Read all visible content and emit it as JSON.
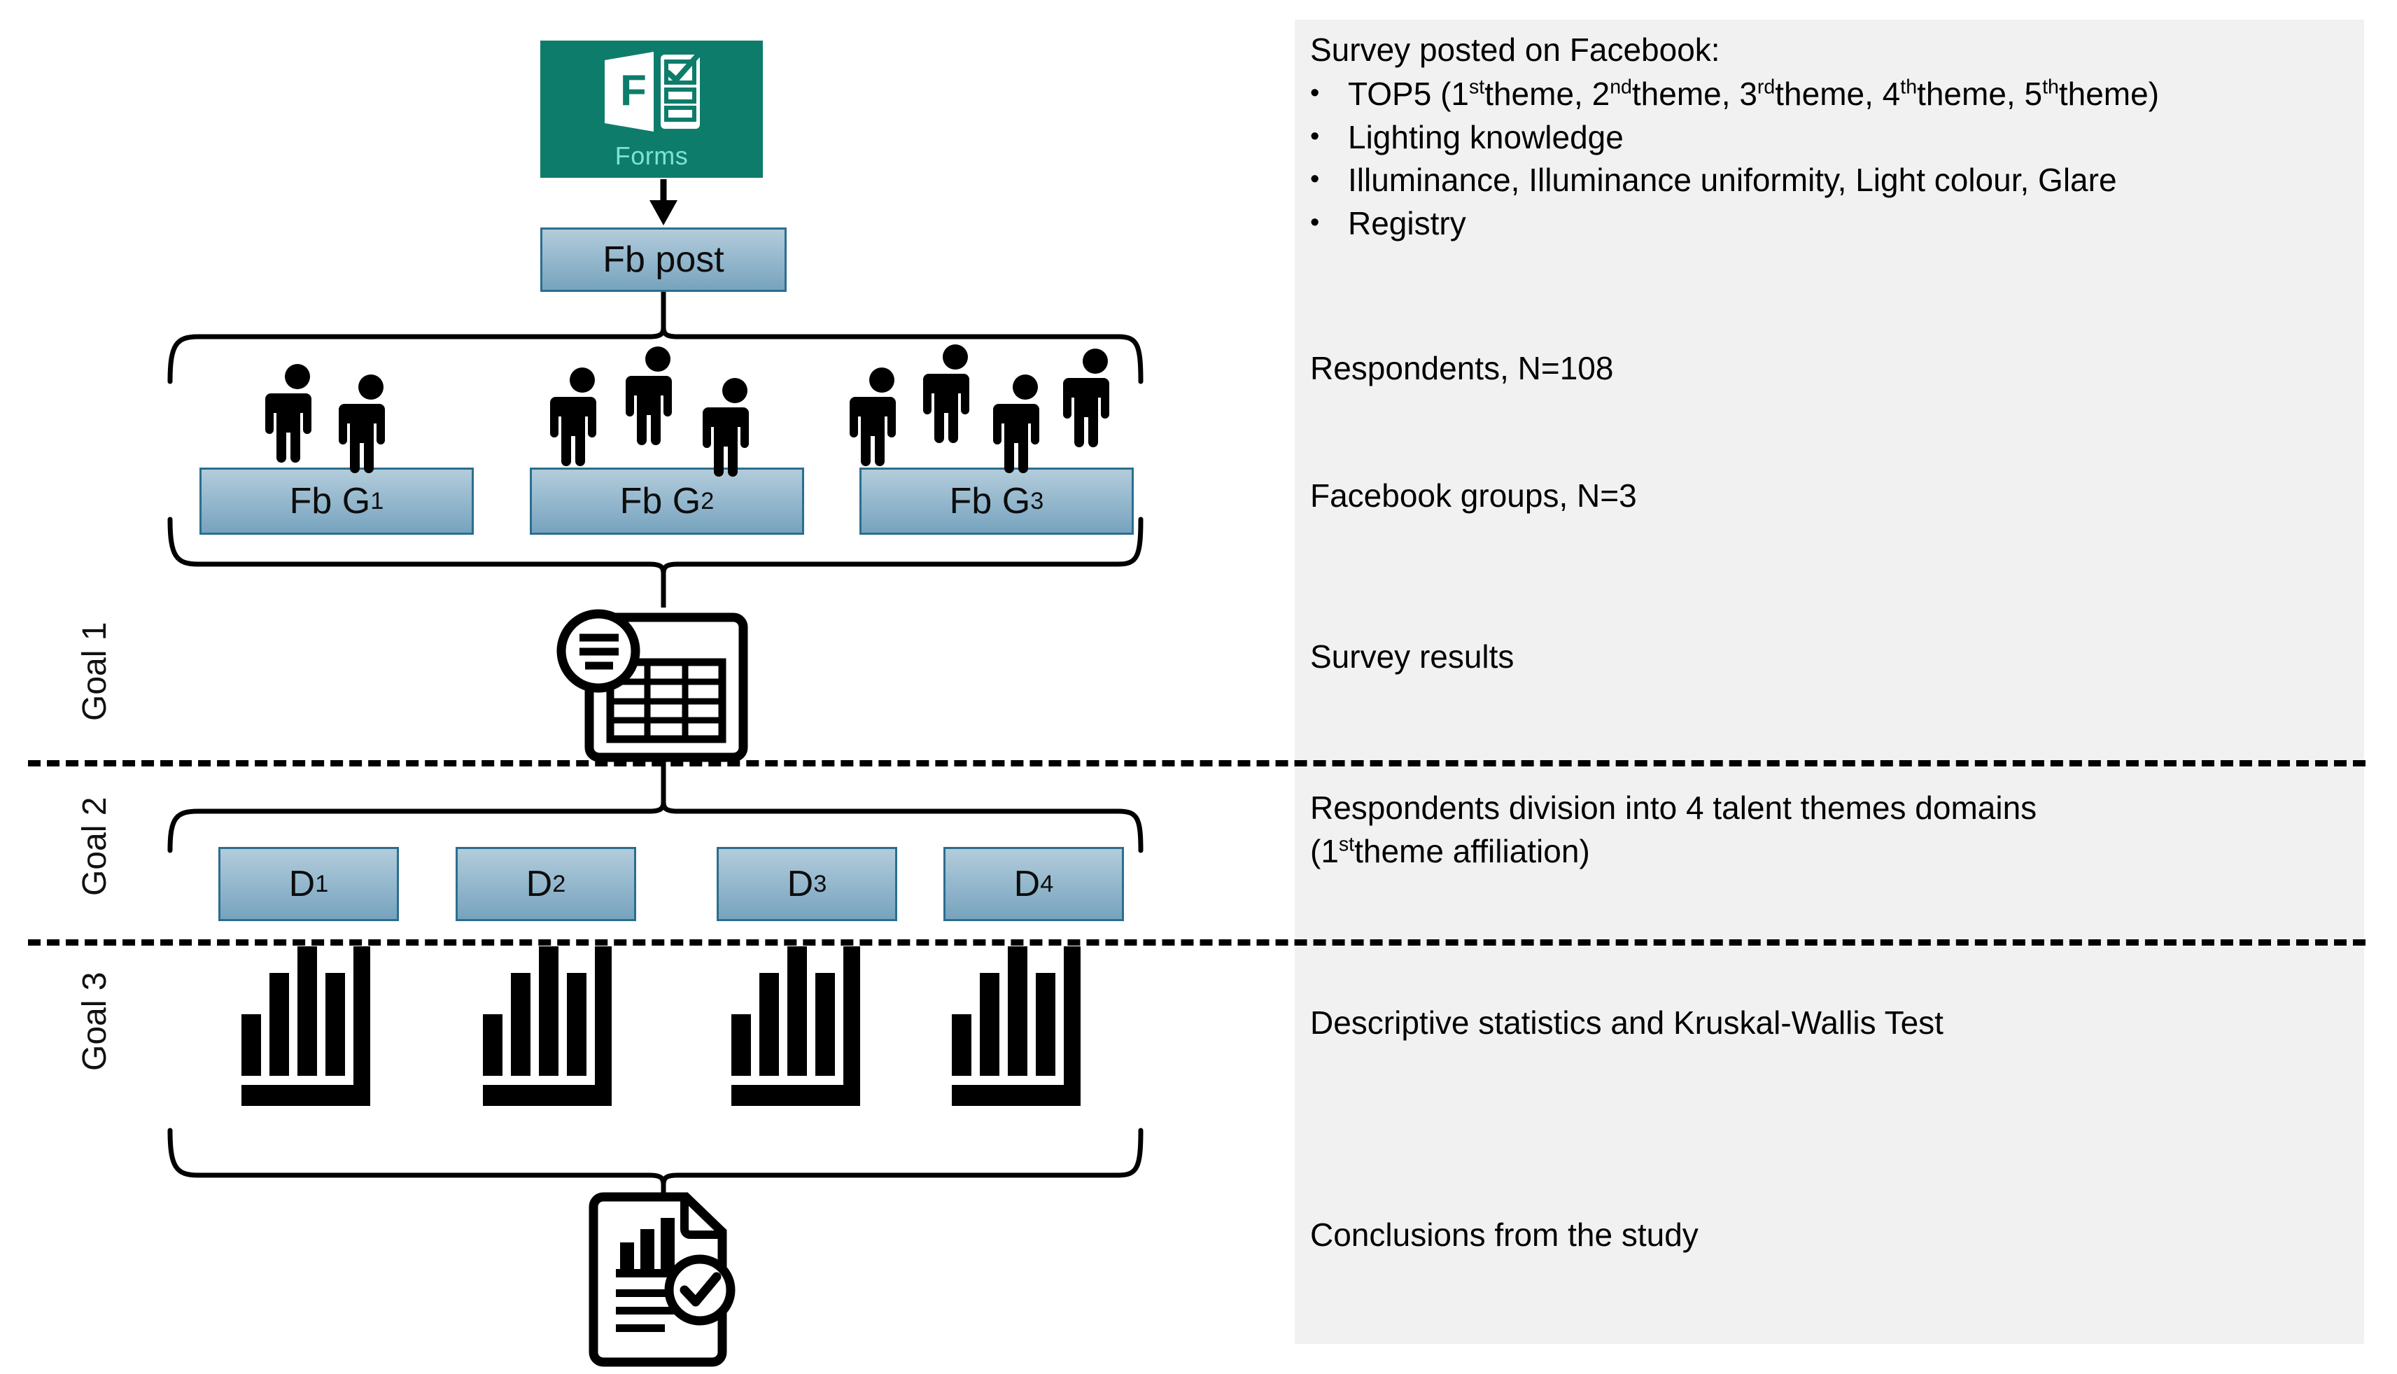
{
  "diagram": {
    "title": "Survey research flow diagram",
    "forms_logo": {
      "label": "Forms",
      "bg_color": "#0E7C6B"
    },
    "nodes": {
      "fb_post": "Fb post",
      "groups": [
        {
          "label_main": "Fb G",
          "label_sub": "1",
          "people": 2
        },
        {
          "label_main": "Fb G",
          "label_sub": "2",
          "people": 3
        },
        {
          "label_main": "Fb G",
          "label_sub": "3",
          "people": 4
        }
      ],
      "domains": [
        {
          "label_main": "D",
          "label_sub": "1"
        },
        {
          "label_main": "D",
          "label_sub": "2"
        },
        {
          "label_main": "D",
          "label_sub": "3"
        },
        {
          "label_main": "D",
          "label_sub": "4"
        }
      ],
      "survey_results_icon": "spreadsheet-icon",
      "statistics_icons": "bar-chart-icon",
      "conclusions_icon": "report-document-check-icon"
    },
    "goals": [
      {
        "label": "Goal 1"
      },
      {
        "label": "Goal 2"
      },
      {
        "label": "Goal 3"
      }
    ],
    "accent_colors": {
      "box_fill_top": "#b3ccdb",
      "box_fill_bottom": "#77a3bd",
      "box_border": "#2b6e8f",
      "panel_bg": "#f1f1f1",
      "forms_teal": "#0E7C6B"
    }
  },
  "info": {
    "heading": "Survey posted on Facebook:",
    "bullets": [
      {
        "prefix": "TOP5 (1",
        "sup1": "st",
        "mid1": "theme, 2",
        "sup2": "nd",
        "mid2": "theme, 3",
        "sup3": "rd",
        "mid3": "theme, 4",
        "sup4": "th",
        "mid4": "theme, 5",
        "sup5": "th",
        "tail": "theme)"
      },
      {
        "text": "Lighting knowledge"
      },
      {
        "text": "Illuminance, Illuminance uniformity, Light colour, Glare"
      },
      {
        "text": "Registry"
      }
    ],
    "bullet_marker": "•",
    "respondents": "Respondents, N=108",
    "facebook_groups": "Facebook groups, N=3",
    "survey_results": "Survey results",
    "division_line1": "Respondents division into 4 talent themes domains",
    "division_line2_pre": "(1",
    "division_line2_sup": "st",
    "division_line2_post": "theme affiliation)",
    "statistics": "Descriptive statistics and Kruskal-Wallis Test",
    "conclusions": "Conclusions from the study"
  }
}
